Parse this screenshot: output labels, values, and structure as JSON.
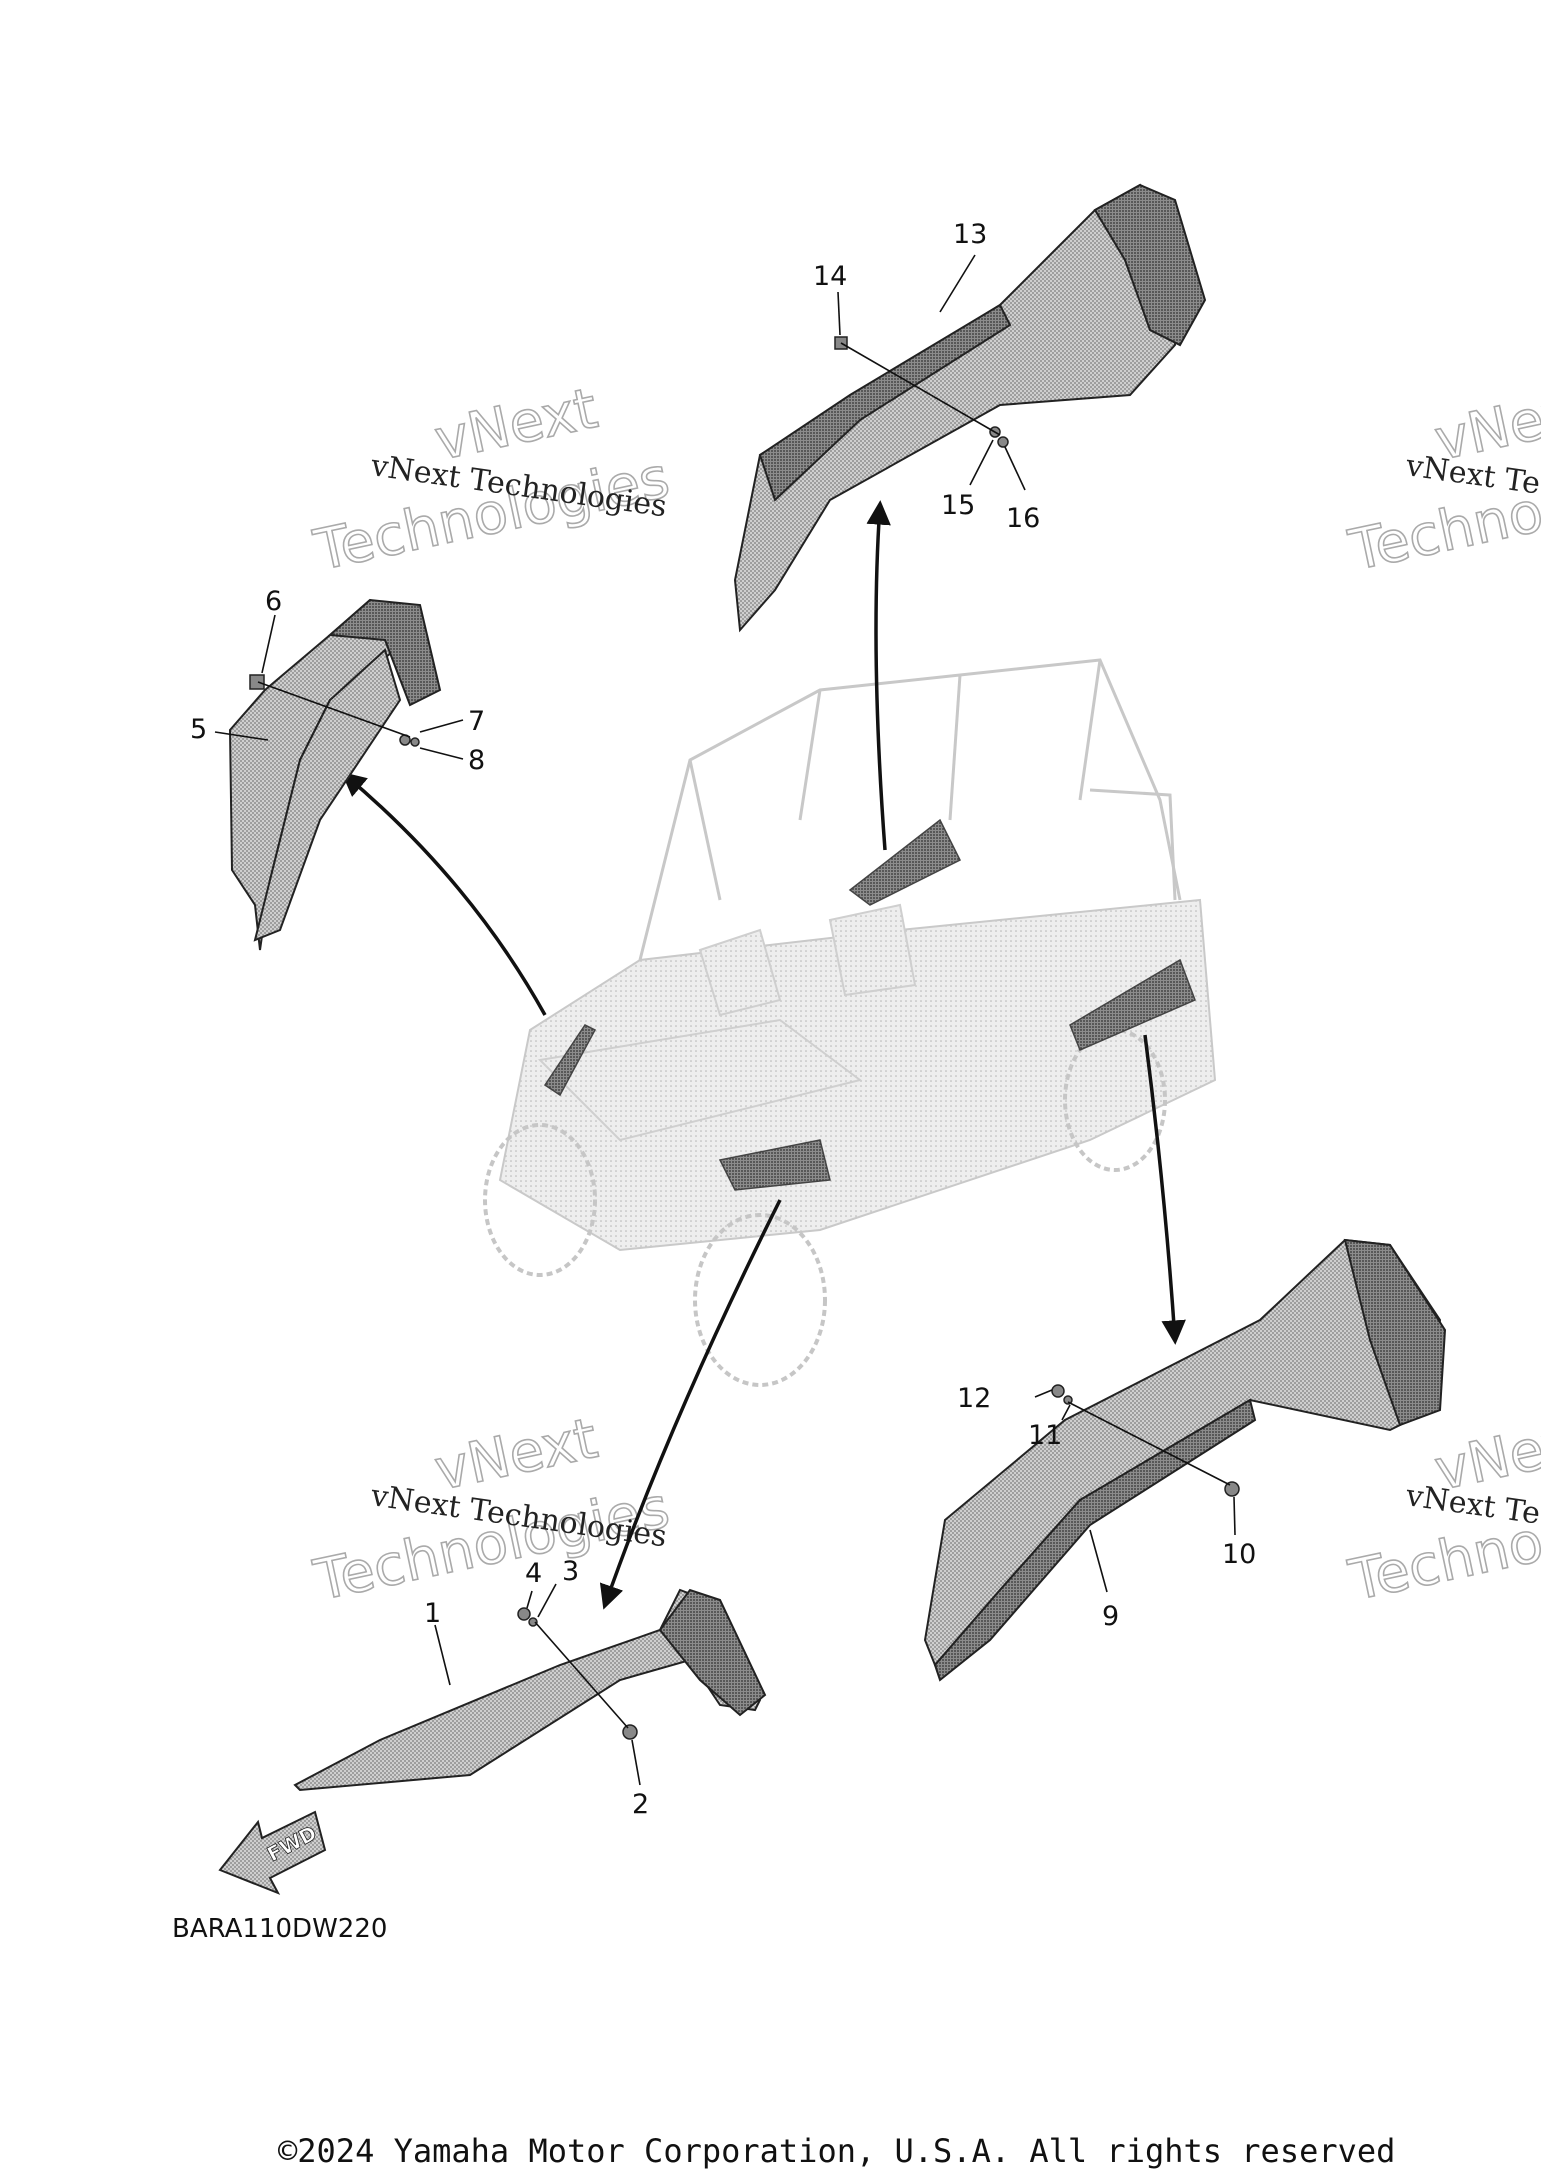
{
  "diagram": {
    "callouts": [
      "1",
      "2",
      "3",
      "4",
      "5",
      "6",
      "7",
      "8",
      "9",
      "10",
      "11",
      "12",
      "13",
      "14",
      "15",
      "16"
    ],
    "watermark": {
      "line_small": "vNext Technologies",
      "line_big_1": "vNext",
      "line_big_2": "Technologies"
    },
    "fwd_label": "FWD",
    "diagram_code": "BARA110DW220"
  },
  "footer": {
    "copyright": "©2024 Yamaha Motor Corporation, U.S.A. All rights reserved"
  }
}
